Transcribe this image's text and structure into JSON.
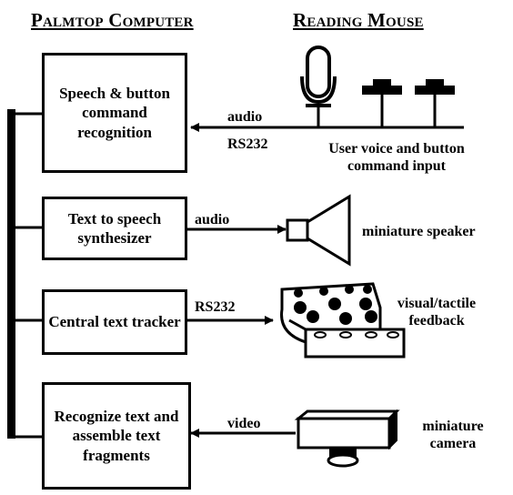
{
  "headings": {
    "left": "Palmtop Computer",
    "right": "Reading Mouse"
  },
  "boxes": [
    {
      "id": "speech",
      "text": "Speech & button command recognition"
    },
    {
      "id": "tts",
      "text": "Text to speech synthesizer"
    },
    {
      "id": "tracker",
      "text": "Central text tracker"
    },
    {
      "id": "ocr",
      "text": "Recognize text and assemble text fragments"
    }
  ],
  "link_labels": {
    "audio_in": "audio",
    "rs232_in": "RS232",
    "audio_out": "audio",
    "rs232_out": "RS232",
    "video_in": "video"
  },
  "device_labels": {
    "voice_input": "User voice and button command input",
    "speaker": "miniature speaker",
    "feedback": "visual/tactile feedback",
    "camera": "miniature camera"
  },
  "icons": [
    "microphone-icon",
    "button-icon",
    "speaker-icon",
    "tactile-pad-icon",
    "camera-icon"
  ]
}
